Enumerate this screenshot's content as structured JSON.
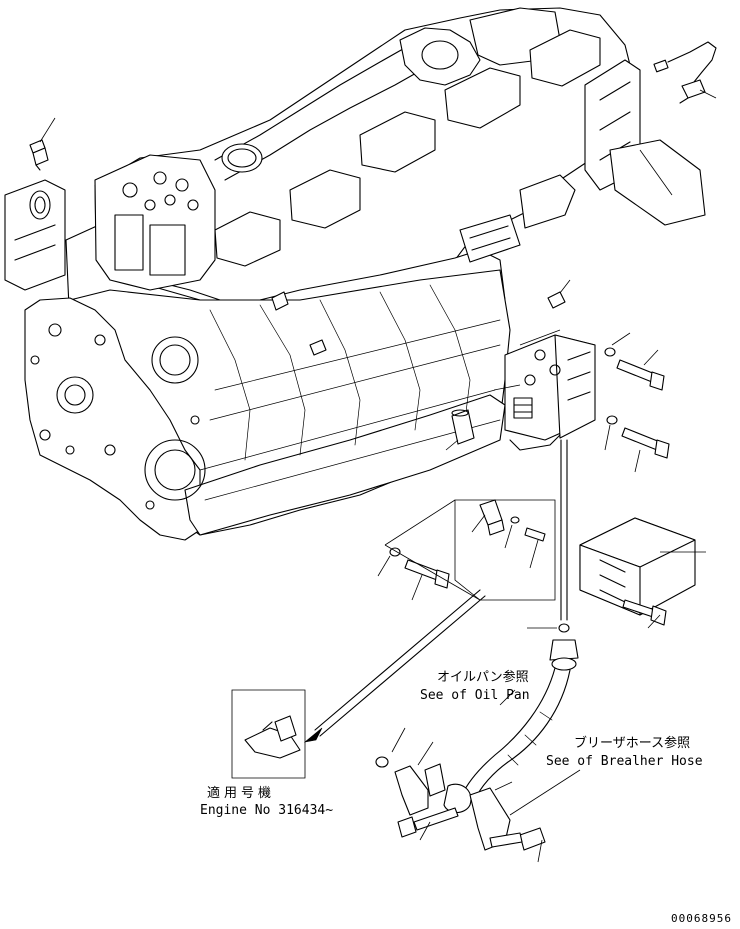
{
  "notes": {
    "oil_pan_jp": "オイルパン参照",
    "oil_pan_en": "See of Oil Pan",
    "breather_jp": "ブリーザホース参照",
    "breather_en": "See of Brealher Hose",
    "engine_jp": "適用号機",
    "engine_en": "Engine No 316434~"
  },
  "drawing_number": "00068956"
}
